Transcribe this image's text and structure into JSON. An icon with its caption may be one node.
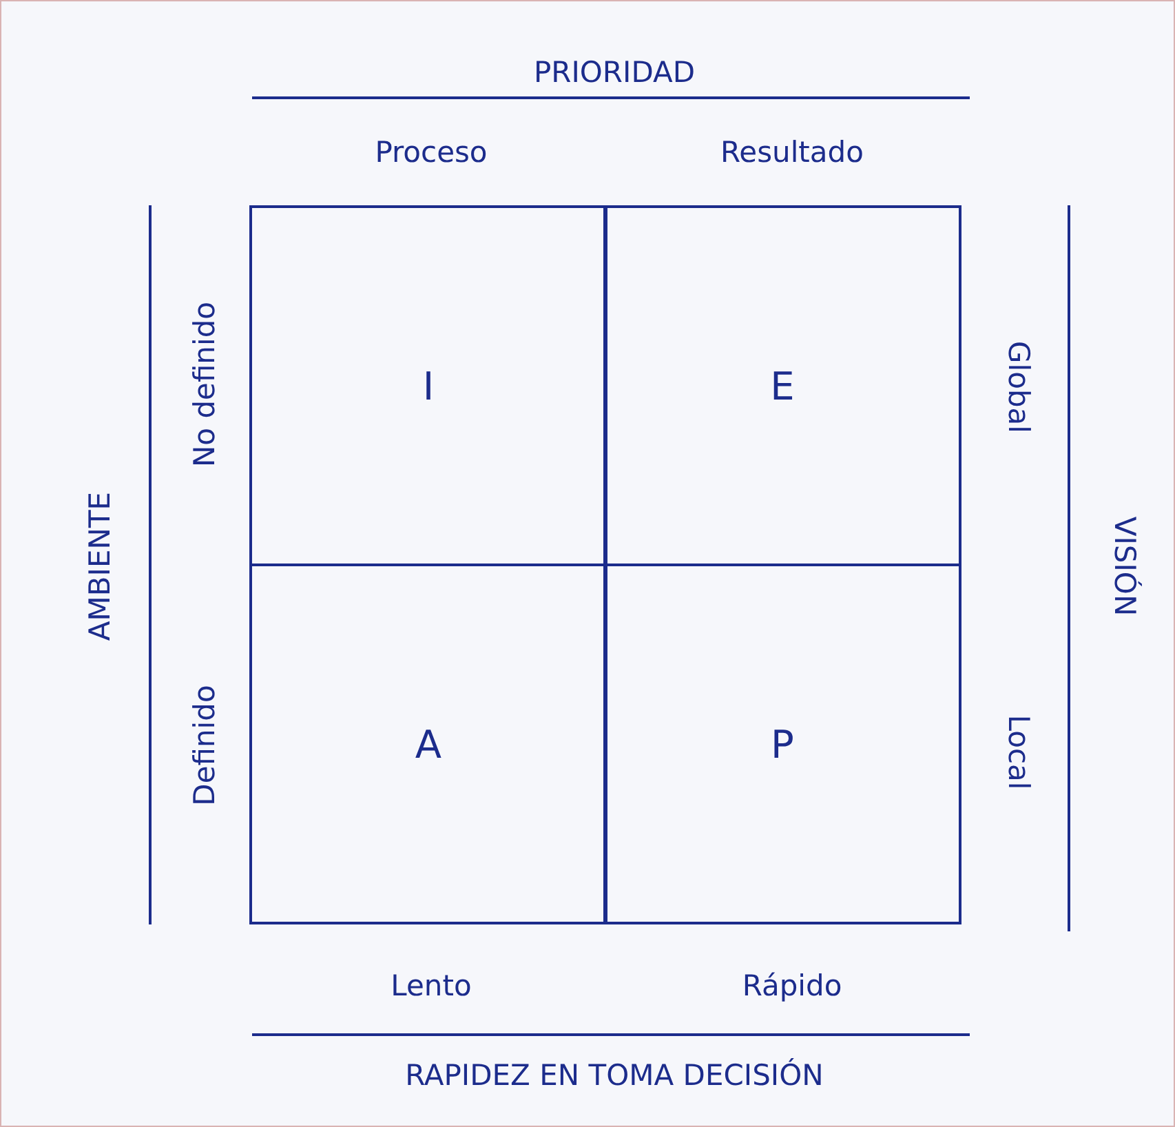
{
  "diagram": {
    "nodes": [
      {
        "text": [
          "I"
        ]
      },
      {
        "text": [
          "E"
        ]
      },
      {
        "text": [
          "A"
        ]
      },
      {
        "text": [
          "P"
        ]
      }
    ],
    "labels": [
      "PRIORIDAD",
      "Proceso",
      "Resultado",
      "No definido",
      "Global",
      "AMBIENTE",
      "VISIÓN",
      "Definido",
      "Local",
      "Lento",
      "Rápido",
      "RAPIDEZ EN TOMA DECISIÓN"
    ]
  }
}
